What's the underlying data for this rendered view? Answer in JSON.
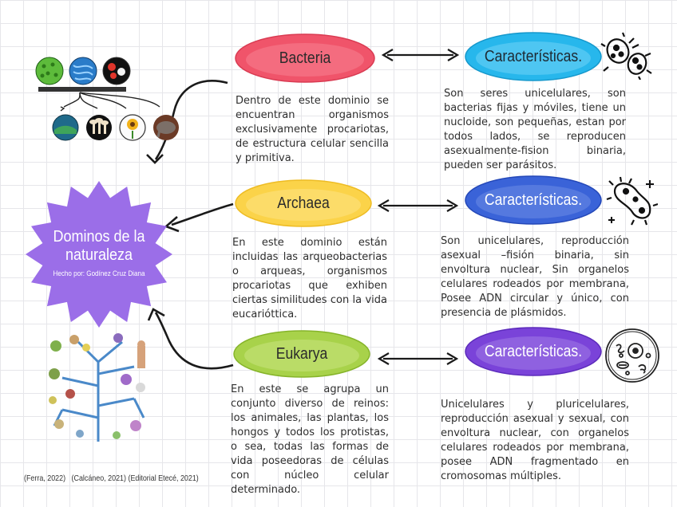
{
  "title": {
    "line1": "Dominos de la",
    "line2": "naturaleza",
    "author": "Hecho por: Godínez Cruz Diana"
  },
  "domains": [
    {
      "id": "bacteria",
      "label": "Bacteria",
      "color": "#f0546a",
      "description": "Dentro de este dominio se encuentran organismos exclusivamente procariotas, de estructura celular sencilla y primitiva.",
      "characteristics_label": "Características.",
      "characteristics_color": "#27b7ec",
      "characteristics": "Son seres unicelulares, son bacterias fijas y móviles, tiene un nucloide, son pequeñas, estan por todos lados, se reproducen asexualmente-fision binaria, pueden ser parásitos."
    },
    {
      "id": "archaea",
      "label": "Archaea",
      "color": "#fbd349",
      "description": "En este dominio están incluidas las arqueobacterias o arqueas, organismos procariotas que exhiben ciertas similitudes con la vida eucarióttica.",
      "characteristics_label": "Características.",
      "characteristics_color": "#3a63d8",
      "characteristics": "Son unicelulares, reproducción asexual –fisión binaria, sin envoltura nuclear, Sin organelos celulares rodeados por membrana, Posee ADN circular y único, con presencia de plásmidos."
    },
    {
      "id": "eukarya",
      "label": "Eukarya",
      "color": "#a8d24a",
      "description": "En este se agrupa un conjunto diverso de reinos: los animales, las plantas, los hongos y todos los protistas, o sea, todas las formas de vida poseedoras de células con núcleo celular determinado.",
      "characteristics_label": "Características.",
      "characteristics_color": "#7a43d9",
      "characteristics": "Unicelulares y pluricelulares, reproducción asexual y sexual, con envoltura nuclear, con organelos celulares rodeados por membrana, posee ADN fragmentado en cromosomas múltiples."
    }
  ],
  "citation": "(Ferra, 2022)   (Calcáneo, 2021) (Editorial Etecé, 2021)",
  "colors": {
    "star": "#9b6ee8",
    "arrow": "#1a1a1a"
  },
  "icons": [
    "bacteria-cells-icon",
    "bacteria-germ-icon",
    "cell-organelle-icon",
    "domains-photos-icon",
    "tree-of-life-icon"
  ]
}
